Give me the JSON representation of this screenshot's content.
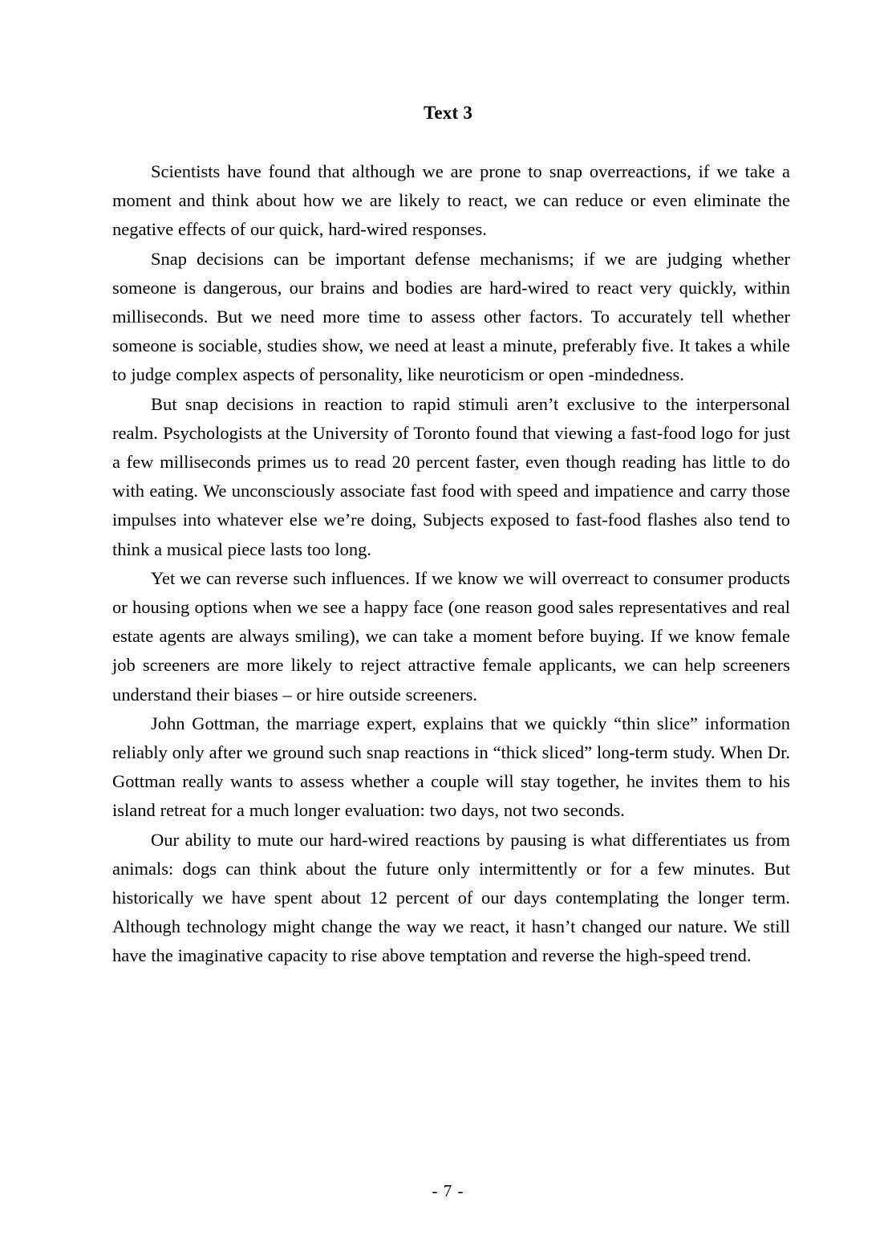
{
  "document": {
    "title": "Text 3",
    "page_number_label": "- 7 -",
    "background_color": "#ffffff",
    "text_color": "#000000",
    "paragraphs": [
      {
        "id": "p1",
        "text": "Scientists have found that although we are prone to snap overreactions, if we take a moment and think about how we are likely to react, we can reduce or even eliminate the negative effects of our quick, hard-wired responses."
      },
      {
        "id": "p2",
        "text": "Snap decisions can be important defense mechanisms; if we are judging whether someone is dangerous, our brains and bodies are hard-wired to react very quickly, within milliseconds. But we need more time to assess other factors. To accurately tell whether someone is sociable, studies show, we need at least a minute, preferably five. It takes a while to judge complex aspects of personality, like neuroticism or open -mindedness."
      },
      {
        "id": "p3",
        "text": "But snap decisions in reaction to rapid stimuli aren’t exclusive to the interpersonal realm. Psychologists at the University of Toronto found that viewing a fast-food logo for just a few milliseconds primes us to read 20 percent faster, even though reading has little to do with eating. We unconsciously associate fast food with speed and impatience and carry those impulses into whatever else we’re doing, Subjects exposed to fast-food flashes also tend to think a musical piece lasts too long."
      },
      {
        "id": "p4",
        "text": "Yet we can reverse such influences. If we know we will overreact to consumer products or housing options when we see a happy face (one reason good sales representatives and real estate agents are always smiling), we can take a moment before buying. If we know female job screeners are more likely to reject attractive female applicants, we can help screeners understand their biases – or hire outside screeners."
      },
      {
        "id": "p5",
        "text": "John Gottman, the marriage expert, explains that we quickly “thin slice” information reliably only after we ground such snap reactions in “thick sliced” long-term study. When Dr. Gottman really wants to assess whether a couple will stay together, he invites them to his island retreat for a much longer evaluation: two days, not two seconds."
      },
      {
        "id": "p6",
        "text": "Our ability to mute our hard-wired reactions by pausing is what differentiates us from animals: dogs can think about the future only intermittently or for a few minutes. But historically we have spent about 12 percent of our days contemplating the longer term. Although technology might change the way we react, it hasn’t changed our nature. We still have the imaginative capacity to rise above temptation and reverse the high-speed trend."
      }
    ]
  }
}
